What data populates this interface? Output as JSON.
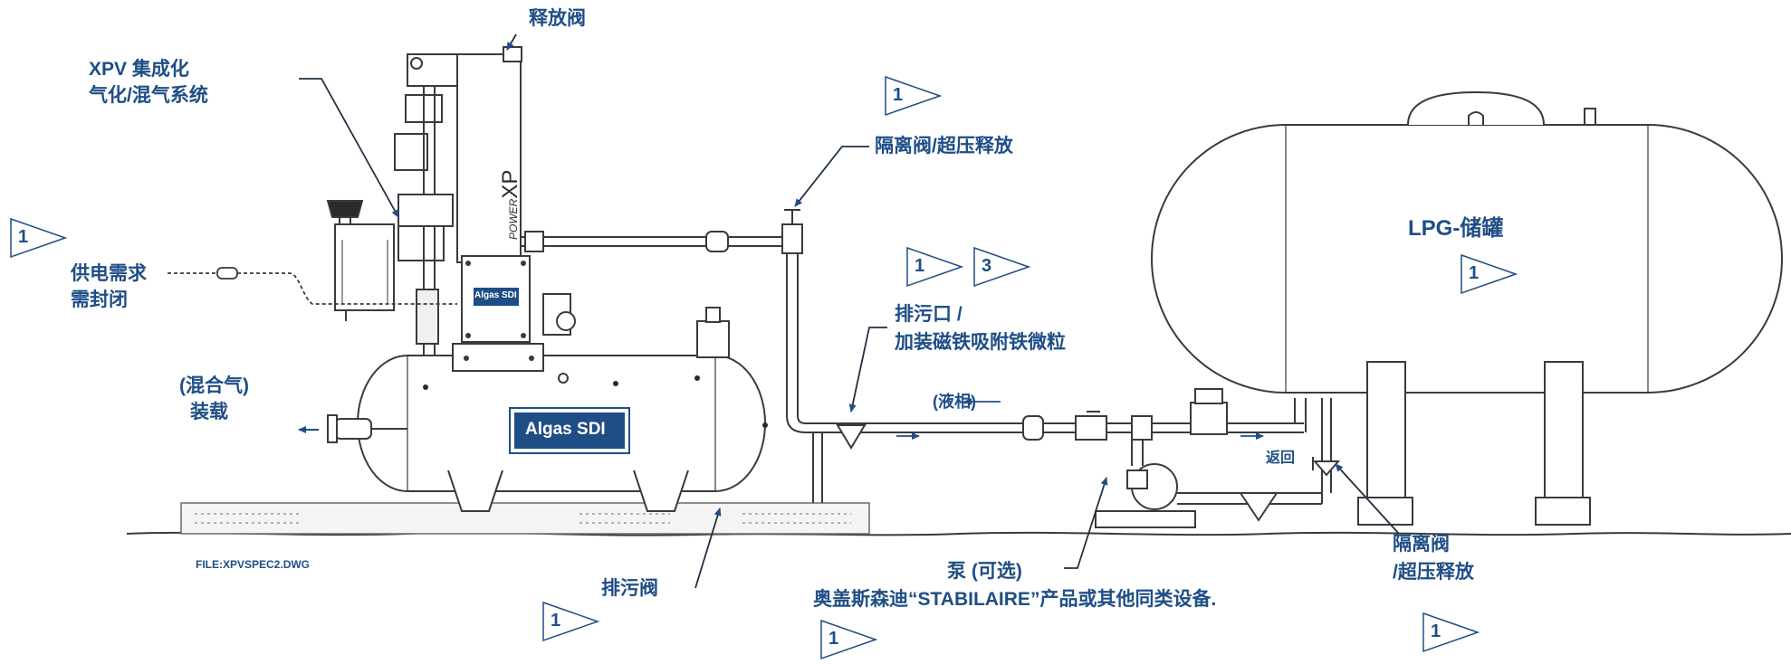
{
  "labels": {
    "xpv_line1": "XPV 集成化",
    "xpv_line2": "气化/混气系统",
    "relief_valve": "释放阀",
    "isolation_valve_top": "隔离阀/超压释放",
    "power_line1": "供电需求",
    "power_line2": "需封闭",
    "drain_line1": "排污口 /",
    "drain_line2": "加装磁铁吸附铁微粒",
    "liquid_phase": "(液相)",
    "mixed_gas_line1": "(混合气)",
    "mixed_gas_line2": "装载",
    "return": "返回",
    "tank": "LPG-储罐",
    "isolation_valve_right_line1": "隔离阀",
    "isolation_valve_right_line2": "/超压释放",
    "drain_valve": "排污阀",
    "pump_line1": "泵 (可选)",
    "pump_line2": "奥盖斯森迪“STABILAIRE”产品或其他同类设备.",
    "file_ref": "FILE:XPVSPEC2.DWG"
  },
  "brand": {
    "panel_name": "Algas SDI",
    "tank_name": "Algas SDI",
    "vaporizer_power": "POWER",
    "vaporizer_model": "XP"
  },
  "note_markers": {
    "top_center": "1",
    "left": "1",
    "mid_a": "1",
    "mid_b": "3",
    "tank": "1",
    "bottom_left": "1",
    "bottom_center": "1",
    "bottom_right": "1"
  },
  "colors": {
    "label_blue": "#1f4e86",
    "line_dark": "#3a3a3a",
    "marker_stroke": "#1f4e86",
    "brand_fill": "#1f4e86",
    "brand_text": "#ffffff",
    "leader_dark": "#203040"
  }
}
